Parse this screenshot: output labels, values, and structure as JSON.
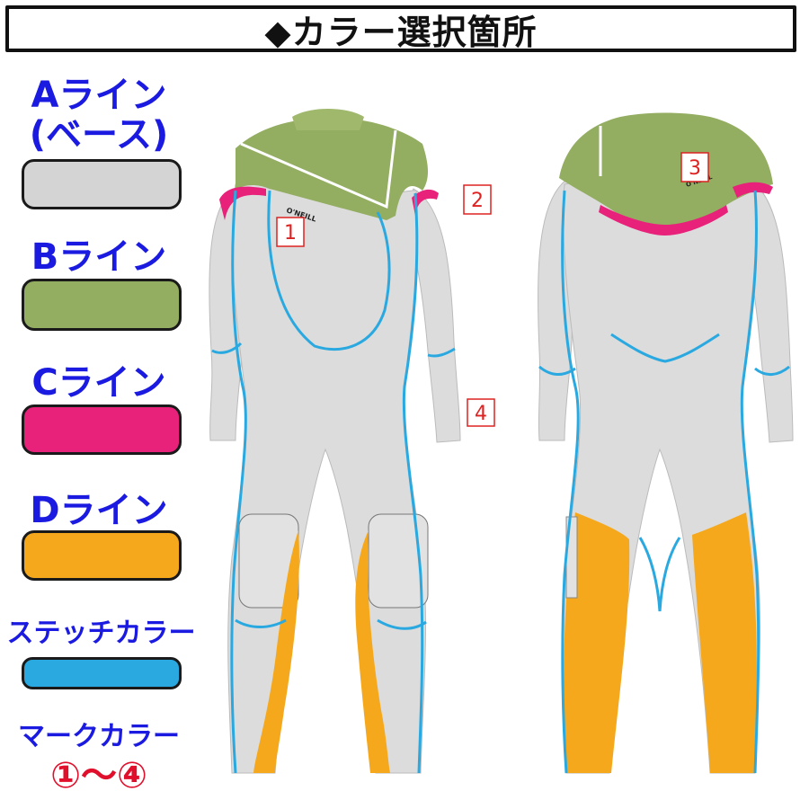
{
  "title": "◆カラー選択箇所",
  "legend": {
    "a_line": "Aライン",
    "a_sub": "(ベース)",
    "b_line": "Bライン",
    "c_line": "Cライン",
    "d_line": "Dライン",
    "stitch": "ステッチカラー",
    "mark": "マークカラー",
    "mark_range": "①～④"
  },
  "colors": {
    "a": "#d4d4d4",
    "b": "#93ad61",
    "c": "#e8217a",
    "d": "#f5a81c",
    "stitch": "#2aa9e1"
  },
  "callouts": [
    "1",
    "2",
    "3",
    "4"
  ],
  "brand": "O'NEILL"
}
